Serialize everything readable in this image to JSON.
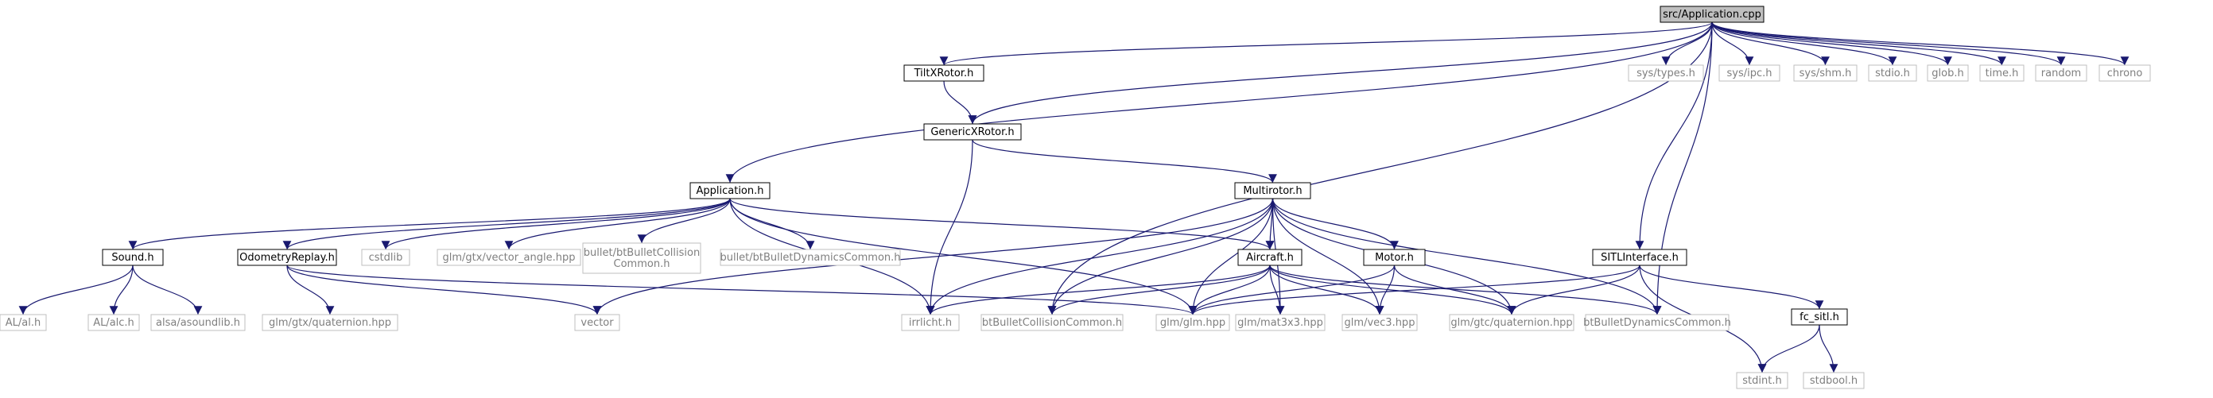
{
  "nodes": {
    "src_application_cpp": {
      "label": "src/Application.cpp",
      "style": "root"
    },
    "tiltx": {
      "label": "TiltXRotor.h",
      "style": "doc"
    },
    "genericx": {
      "label": "GenericXRotor.h",
      "style": "doc"
    },
    "application_h": {
      "label": "Application.h",
      "style": "doc"
    },
    "multirotor": {
      "label": "Multirotor.h",
      "style": "doc"
    },
    "sound": {
      "label": "Sound.h",
      "style": "doc"
    },
    "odometry": {
      "label": "OdometryReplay.h",
      "style": "doc"
    },
    "cstdlib": {
      "label": "cstdlib",
      "style": "ext"
    },
    "vector_angle": {
      "label": "glm/gtx/vector_angle.hpp",
      "style": "ext"
    },
    "bullet_btcoll": {
      "label": "bullet/btBulletCollision\nCommon.h",
      "style": "ext"
    },
    "bullet_btdyn": {
      "label": "bullet/btBulletDynamicsCommon.h",
      "style": "ext"
    },
    "aircraft": {
      "label": "Aircraft.h",
      "style": "doc"
    },
    "motor": {
      "label": "Motor.h",
      "style": "doc"
    },
    "sitl": {
      "label": "SITLInterface.h",
      "style": "doc"
    },
    "fc_sitl": {
      "label": "fc_sitl.h",
      "style": "doc"
    },
    "sys_types": {
      "label": "sys/types.h",
      "style": "ext"
    },
    "sys_ipc": {
      "label": "sys/ipc.h",
      "style": "ext"
    },
    "sys_shm": {
      "label": "sys/shm.h",
      "style": "ext"
    },
    "stdio": {
      "label": "stdio.h",
      "style": "ext"
    },
    "glob": {
      "label": "glob.h",
      "style": "ext"
    },
    "time": {
      "label": "time.h",
      "style": "ext"
    },
    "random": {
      "label": "random",
      "style": "ext"
    },
    "chrono": {
      "label": "chrono",
      "style": "ext"
    },
    "al_al": {
      "label": "AL/al.h",
      "style": "ext"
    },
    "al_alc": {
      "label": "AL/alc.h",
      "style": "ext"
    },
    "alsa": {
      "label": "alsa/asoundlib.h",
      "style": "ext"
    },
    "gtx_quat": {
      "label": "glm/gtx/quaternion.hpp",
      "style": "ext"
    },
    "vector": {
      "label": "vector",
      "style": "ext"
    },
    "irrlicht": {
      "label": "irrlicht.h",
      "style": "ext"
    },
    "btcoll": {
      "label": "btBulletCollisionCommon.h",
      "style": "ext"
    },
    "glm": {
      "label": "glm/glm.hpp",
      "style": "ext"
    },
    "mat3": {
      "label": "glm/mat3x3.hpp",
      "style": "ext"
    },
    "vec3": {
      "label": "glm/vec3.hpp",
      "style": "ext"
    },
    "gtc_quat": {
      "label": "glm/gtc/quaternion.hpp",
      "style": "ext"
    },
    "btdyn": {
      "label": "btBulletDynamicsCommon.h",
      "style": "ext"
    },
    "stdint": {
      "label": "stdint.h",
      "style": "ext"
    },
    "stdbool": {
      "label": "stdbool.h",
      "style": "ext"
    }
  },
  "edges": [
    [
      "src_application_cpp",
      "tiltx"
    ],
    [
      "src_application_cpp",
      "genericx"
    ],
    [
      "src_application_cpp",
      "application_h"
    ],
    [
      "src_application_cpp",
      "btcoll"
    ],
    [
      "src_application_cpp",
      "btdyn"
    ],
    [
      "src_application_cpp",
      "sitl"
    ],
    [
      "src_application_cpp",
      "sys_types"
    ],
    [
      "src_application_cpp",
      "sys_ipc"
    ],
    [
      "src_application_cpp",
      "sys_shm"
    ],
    [
      "src_application_cpp",
      "stdio"
    ],
    [
      "src_application_cpp",
      "glob"
    ],
    [
      "src_application_cpp",
      "time"
    ],
    [
      "src_application_cpp",
      "random"
    ],
    [
      "src_application_cpp",
      "chrono"
    ],
    [
      "tiltx",
      "genericx"
    ],
    [
      "genericx",
      "multirotor"
    ],
    [
      "genericx",
      "irrlicht"
    ],
    [
      "application_h",
      "sound"
    ],
    [
      "application_h",
      "odometry"
    ],
    [
      "application_h",
      "cstdlib"
    ],
    [
      "application_h",
      "vector_angle"
    ],
    [
      "application_h",
      "bullet_btcoll"
    ],
    [
      "application_h",
      "bullet_btdyn"
    ],
    [
      "application_h",
      "aircraft"
    ],
    [
      "application_h",
      "irrlicht"
    ],
    [
      "application_h",
      "glm"
    ],
    [
      "sound",
      "al_al"
    ],
    [
      "sound",
      "al_alc"
    ],
    [
      "sound",
      "alsa"
    ],
    [
      "odometry",
      "gtx_quat"
    ],
    [
      "odometry",
      "vector"
    ],
    [
      "odometry",
      "glm"
    ],
    [
      "multirotor",
      "aircraft"
    ],
    [
      "multirotor",
      "motor"
    ],
    [
      "multirotor",
      "vector"
    ],
    [
      "multirotor",
      "irrlicht"
    ],
    [
      "multirotor",
      "btcoll"
    ],
    [
      "multirotor",
      "glm"
    ],
    [
      "multirotor",
      "mat3"
    ],
    [
      "multirotor",
      "vec3"
    ],
    [
      "multirotor",
      "gtc_quat"
    ],
    [
      "multirotor",
      "btdyn"
    ],
    [
      "aircraft",
      "irrlicht"
    ],
    [
      "aircraft",
      "btcoll"
    ],
    [
      "aircraft",
      "glm"
    ],
    [
      "aircraft",
      "mat3"
    ],
    [
      "aircraft",
      "vec3"
    ],
    [
      "aircraft",
      "gtc_quat"
    ],
    [
      "aircraft",
      "btdyn"
    ],
    [
      "motor",
      "glm"
    ],
    [
      "motor",
      "vec3"
    ],
    [
      "motor",
      "gtc_quat"
    ],
    [
      "sitl",
      "glm"
    ],
    [
      "sitl",
      "gtc_quat"
    ],
    [
      "sitl",
      "fc_sitl"
    ],
    [
      "sitl",
      "stdint"
    ],
    [
      "fc_sitl",
      "stdint"
    ],
    [
      "fc_sitl",
      "stdbool"
    ]
  ],
  "colors": {
    "edge": "#191970",
    "doc_border": "#000000",
    "ext_border": "#bfbfbf",
    "ext_text": "#7f7f7f",
    "root_fill": "#bfbfbf",
    "text": "#000000",
    "background": "#ffffff"
  }
}
